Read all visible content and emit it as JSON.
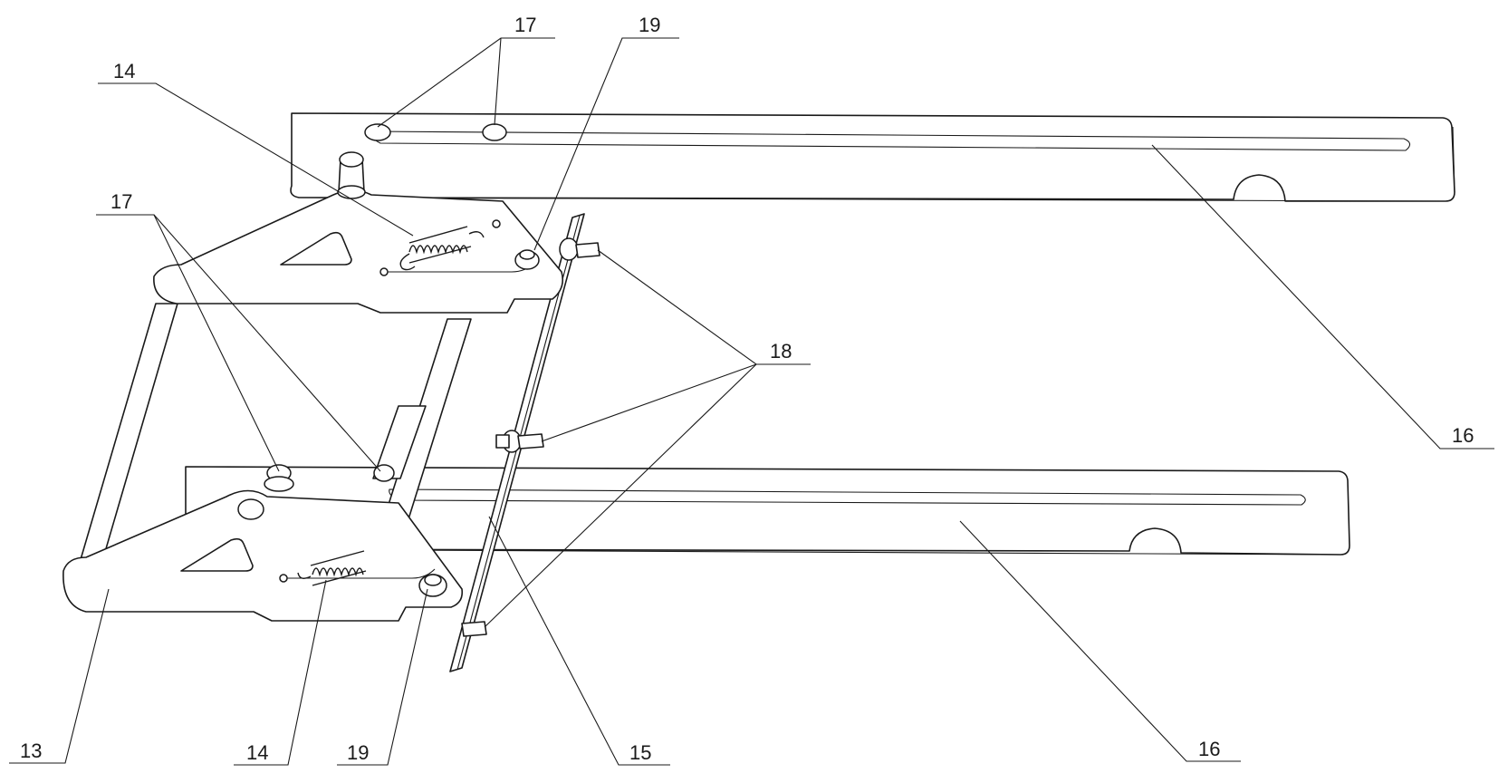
{
  "figure": {
    "callouts": [
      {
        "id": "c13",
        "label": "13"
      },
      {
        "id": "c14-top",
        "label": "14"
      },
      {
        "id": "c14-bottom",
        "label": "14"
      },
      {
        "id": "c15",
        "label": "15"
      },
      {
        "id": "c16-top",
        "label": "16"
      },
      {
        "id": "c16-bottom",
        "label": "16"
      },
      {
        "id": "c17-top",
        "label": "17"
      },
      {
        "id": "c17-left",
        "label": "17"
      },
      {
        "id": "c18",
        "label": "18"
      },
      {
        "id": "c19-top",
        "label": "19"
      },
      {
        "id": "c19-bottom",
        "label": "19"
      }
    ]
  }
}
